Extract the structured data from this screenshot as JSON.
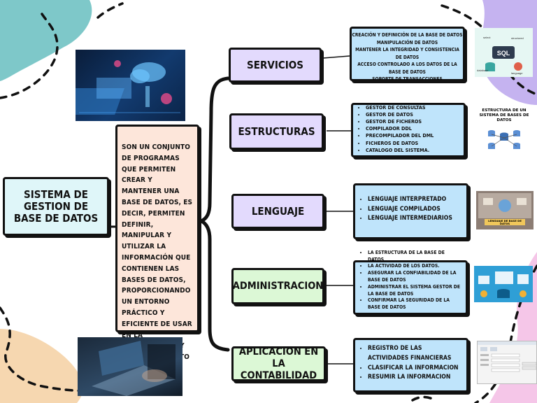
{
  "central_node": {
    "title": "SISTEMA DE GESTION DE BASE DE DATOS"
  },
  "definition": {
    "text": "SON UN CONJUNTO DE PROGRAMAS QUE PERMITEN CREAR Y MANTENER UNA BASE DE DATOS, ES DECIR, PERMITEN DEFINIR, MANIPULAR Y UTILIZAR LA INFORMACIÓN QUE CONTIENEN LAS BASES DE DATOS, PROPORCIONANDO UN ENTORNO PRÁCTICO Y EFICIENTE DE USAR EN LA RECUPERACIÓN Y ALMACENAMIENTO DE LOS DATOS."
  },
  "branches": [
    {
      "label": "SERVICIOS",
      "color": "#e3dafd",
      "items": [
        "CREACIÓN Y DEFINICIÓN DE LA BASE DE DATOS",
        "MANIPULACIÓN DE DATOS",
        "MANTENER LA INTEGRIDAD Y CONSISTENCIA DE DATOS",
        "ACCESO CONTROLADO A LOS DATOS DE LA BASE DE DATOS",
        "SOPORTE DE TRANSACCIONES"
      ]
    },
    {
      "label": "ESTRUCTURAS",
      "color": "#e3dafd",
      "items": [
        "GESTOR DE CONSULTAS",
        "GESTOR DE DATOS",
        "GESTOR DE FICHEROS",
        "COMPILADOR DDL",
        "PRECOMPILADOR  DEL DML",
        "FICHEROS DE DATOS",
        "CATALOGO DEL SISTEMA."
      ]
    },
    {
      "label": "LENGUAJE",
      "color": "#e3dafd",
      "items": [
        "LENGUAJE INTERPRETADO",
        "LENGUAJE COMPILADOS",
        "LENGUAJE INTERMEDIARIOS"
      ]
    },
    {
      "label": "ADMINISTRACION",
      "color": "#dcf8d6",
      "items": [
        "LA ESTRUCTURA DE LA BASE DE DATOS",
        "LA ACTIVIDAD DE LOS DATOS.",
        "ASEGURAR LA CONFIABILIDAD DE LA BASE DE DATOS",
        "ADMINISTRAR EL SISTEMA GESTOR DE LA BASE DE DATOS",
        "CONFIRMAR LA SEGURIDAD DE LA BASE DE DATOS"
      ]
    },
    {
      "label": "APLICACION EN LA CONTABILIDAD",
      "color": "#dcf8d6",
      "items": [
        "REGISTRO DE LAS ACTIVIDADES FINANCIERAS",
        "CLASIFICAR LA INFORMACION",
        "RESUMIR LA INFORMACION"
      ]
    }
  ],
  "images": {
    "sql_labels": [
      "SQL",
      "select",
      "structured",
      "database",
      "language"
    ],
    "estructura_title": "ESTRUCTURA DE UN SISTEMA DE BASES DE DATOS",
    "lenguaje_caption": "LENGUAJE DE BASE DE DATOS"
  },
  "colors": {
    "teal_blob": "#7ec8c9",
    "purple_blob": "#c5b3f0",
    "peach_blob": "#f6d7b0",
    "pink_blob": "#f5c6e8",
    "detail_bg": "#bfe4fb"
  }
}
